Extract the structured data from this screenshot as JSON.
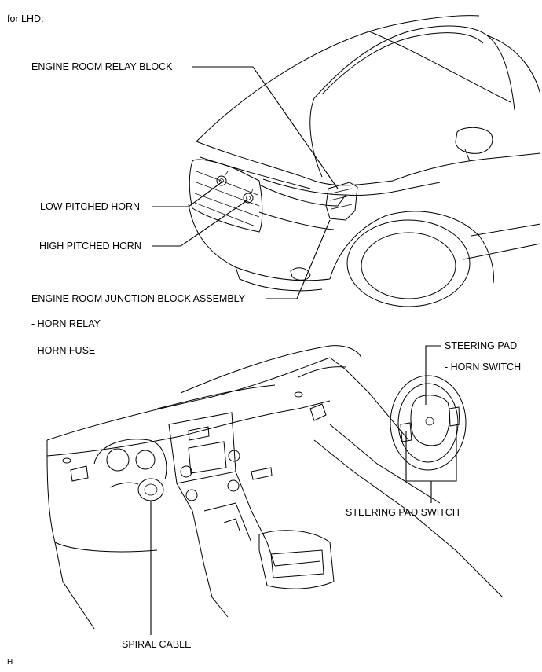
{
  "header": {
    "variant": "for LHD:"
  },
  "labels": {
    "engine_room_relay_block": "ENGINE ROOM RELAY BLOCK",
    "low_pitched_horn": "LOW PITCHED HORN",
    "high_pitched_horn": "HIGH PITCHED HORN",
    "engine_room_junction_block": "ENGINE ROOM JUNCTION BLOCK ASSEMBLY",
    "horn_relay": "- HORN RELAY",
    "horn_fuse": "- HORN FUSE",
    "steering_pad": "STEERING PAD",
    "horn_switch": "- HORN SWITCH",
    "steering_pad_switch": "STEERING PAD SWITCH",
    "spiral_cable": "SPIRAL CABLE"
  },
  "footer": {
    "code": "H"
  }
}
